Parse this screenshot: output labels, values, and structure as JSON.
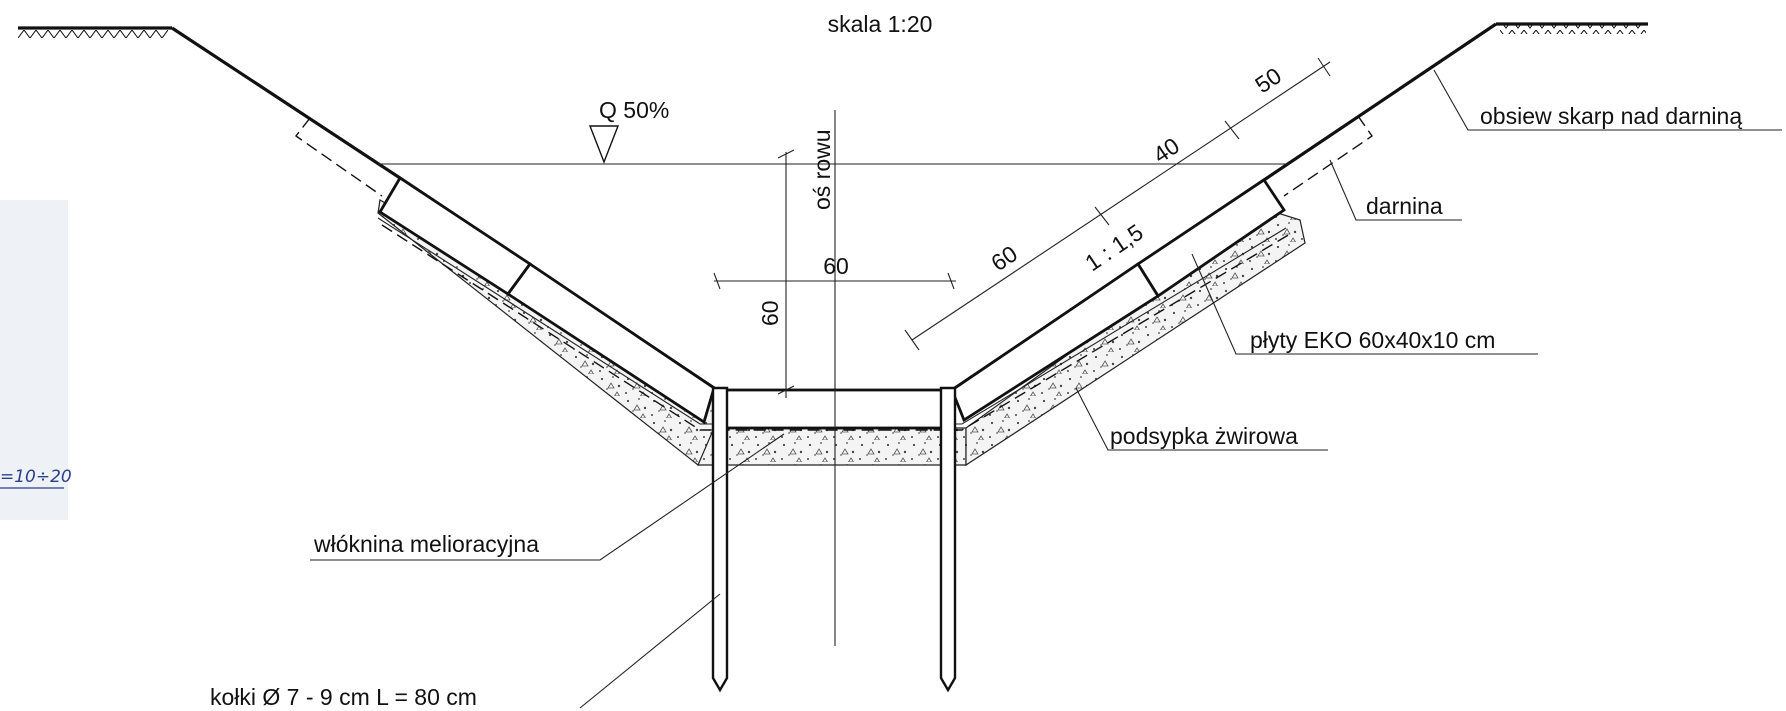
{
  "title": "skala 1:20",
  "water_level_label": "Q 50%",
  "axis_label": "oś rowu",
  "slope_label": "1 : 1,5",
  "dimensions": {
    "bottom_width": "60",
    "water_depth": "60",
    "slope_seg_1": "60",
    "slope_seg_2": "40",
    "slope_seg_3": "50"
  },
  "labels": {
    "grass_sowing": "obsiew skarp nad darniną",
    "turf": "darnina",
    "eco_plates": "płyty EKO 60x40x10 cm",
    "gravel_bed": "podsypka żwirowa",
    "geotextile": "włóknina melioracyjna",
    "pegs": "kołki Ø 7 - 9 cm L = 80 cm"
  },
  "edge_fragment": "=10÷20",
  "colors": {
    "line": "#111111",
    "fragment_ink": "#2a3f8a",
    "paper": "#ffffff"
  }
}
